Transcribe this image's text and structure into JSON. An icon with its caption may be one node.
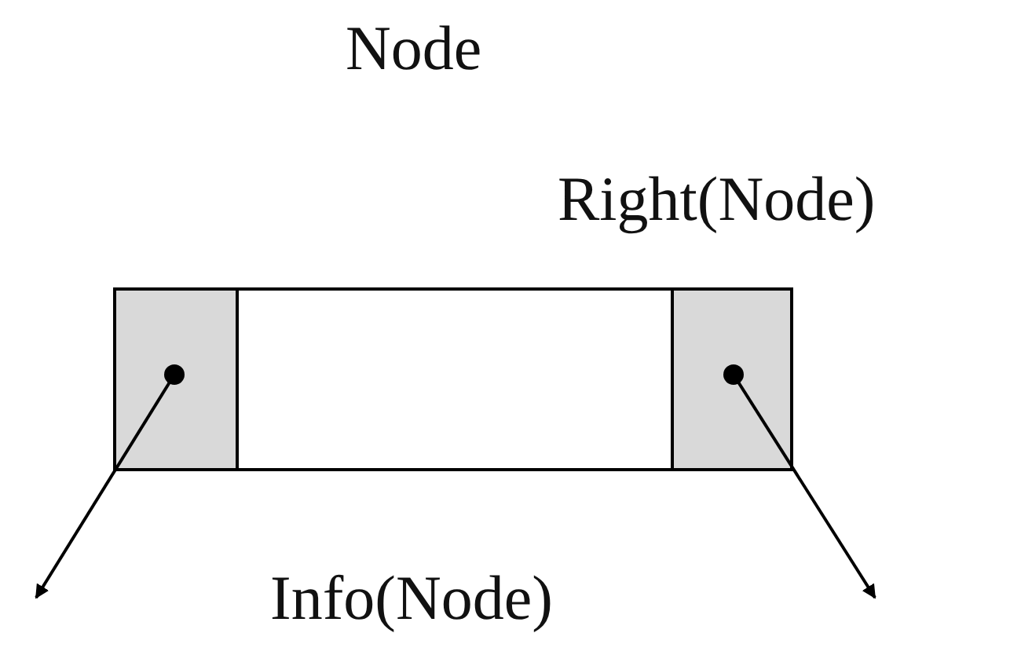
{
  "diagram": {
    "title": "Node",
    "nodes": [
      {
        "text": [],
        "shape": "box"
      },
      {
        "text": [],
        "shape": "box",
        "in": 0
      },
      {
        "text": [],
        "shape": "box",
        "in": 0,
        "beside": [
          "Info(Node)"
        ]
      },
      {
        "text": [],
        "shape": "box",
        "in": 0,
        "beside": [
          "Right(Node)"
        ]
      }
    ],
    "edges": [
      {
        "from": 1,
        "to": null,
        "arrow": "to"
      },
      {
        "from": 3,
        "to": null,
        "arrow": "to"
      }
    ]
  }
}
